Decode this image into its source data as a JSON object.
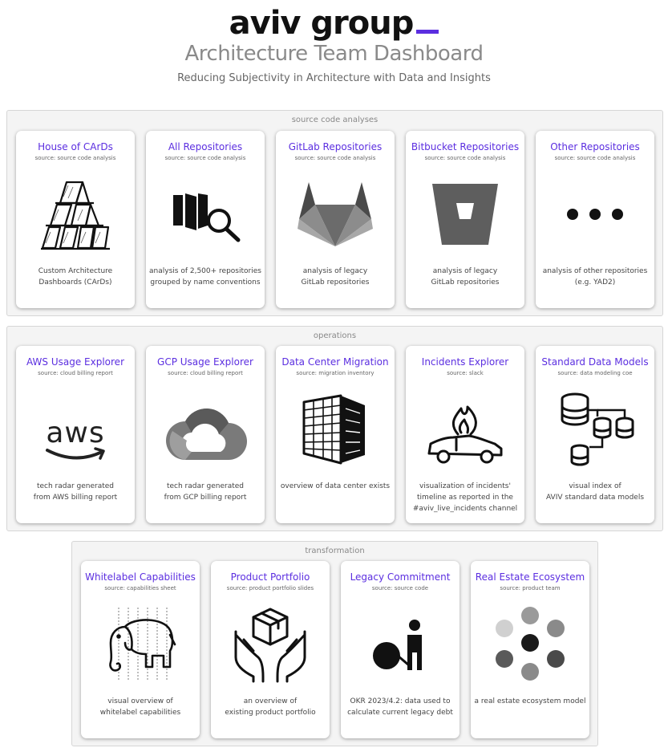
{
  "header": {
    "logo_text": "aviv group",
    "title": "Architecture Team Dashboard",
    "subtitle": "Reducing Subjectivity in Architecture with Data and Insights"
  },
  "colors": {
    "accent": "#5b2ee0",
    "section_bg": "#f4f4f4",
    "card_title": "#5b2ee0"
  },
  "sections": [
    {
      "label": "source code analyses",
      "cards": [
        {
          "title": "House of CArDs",
          "source": "source: source code analysis",
          "icon": "house-of-cards-icon",
          "desc": [
            "Custom Architecture",
            "Dashboards (CArDs)"
          ]
        },
        {
          "title": "All Repositories",
          "source": "source: source code analysis",
          "icon": "repository-search-icon",
          "desc": [
            "analysis of 2,500+ repositories",
            "grouped by name conventions"
          ]
        },
        {
          "title": "GitLab Repositories",
          "source": "source: source code analysis",
          "icon": "gitlab-icon",
          "desc": [
            "analysis of legacy",
            "GitLab repositories"
          ]
        },
        {
          "title": "Bitbucket Repositories",
          "source": "source: source code analysis",
          "icon": "bitbucket-icon",
          "desc": [
            "analysis of legacy",
            "GitLab repositories"
          ]
        },
        {
          "title": "Other Repositories",
          "source": "source: source code analysis",
          "icon": "ellipsis-icon",
          "desc": [
            "analysis of other repositories",
            "(e.g. YAD2)"
          ]
        }
      ]
    },
    {
      "label": "operations",
      "cards": [
        {
          "title": "AWS Usage Explorer",
          "source": "source: cloud billing report",
          "icon": "aws-icon",
          "desc": [
            "tech radar generated",
            "from AWS billing report"
          ]
        },
        {
          "title": "GCP Usage Explorer",
          "source": "source: cloud billing report",
          "icon": "gcp-icon",
          "desc": [
            "tech radar generated",
            "from GCP billing report"
          ]
        },
        {
          "title": "Data Center Migration",
          "source": "source: migration inventory",
          "icon": "data-center-icon",
          "desc": [
            "overview of data center exists"
          ]
        },
        {
          "title": "Incidents Explorer",
          "source": "source: slack",
          "icon": "burning-car-icon",
          "desc": [
            "visualization of incidents'",
            "timeline as reported in the",
            "#aviv_live_incidents channel"
          ]
        },
        {
          "title": "Standard Data Models",
          "source": "source: data modeling coe",
          "icon": "database-tree-icon",
          "desc": [
            "visual index of",
            "AVIV standard data models"
          ]
        }
      ]
    },
    {
      "label": "transformation",
      "cards": [
        {
          "title": "Whitelabel Capabilities",
          "source": "source: capabilities sheet",
          "icon": "elephant-icon",
          "desc": [
            "visual overview of",
            "whitelabel capabilities"
          ]
        },
        {
          "title": "Product Portfolio",
          "source": "source: product portfolio slides",
          "icon": "hands-box-icon",
          "desc": [
            "an overview of",
            "existing product portfolio"
          ]
        },
        {
          "title": "Legacy Commitment",
          "source": "source: source code",
          "icon": "ball-and-chain-icon",
          "desc": [
            "OKR 2023/4.2: data used to",
            "calculate current legacy debt"
          ]
        },
        {
          "title": "Real Estate Ecosystem",
          "source": "source: product team",
          "icon": "ecosystem-dots-icon",
          "desc": [
            "a real estate ecosystem model"
          ]
        }
      ]
    }
  ]
}
